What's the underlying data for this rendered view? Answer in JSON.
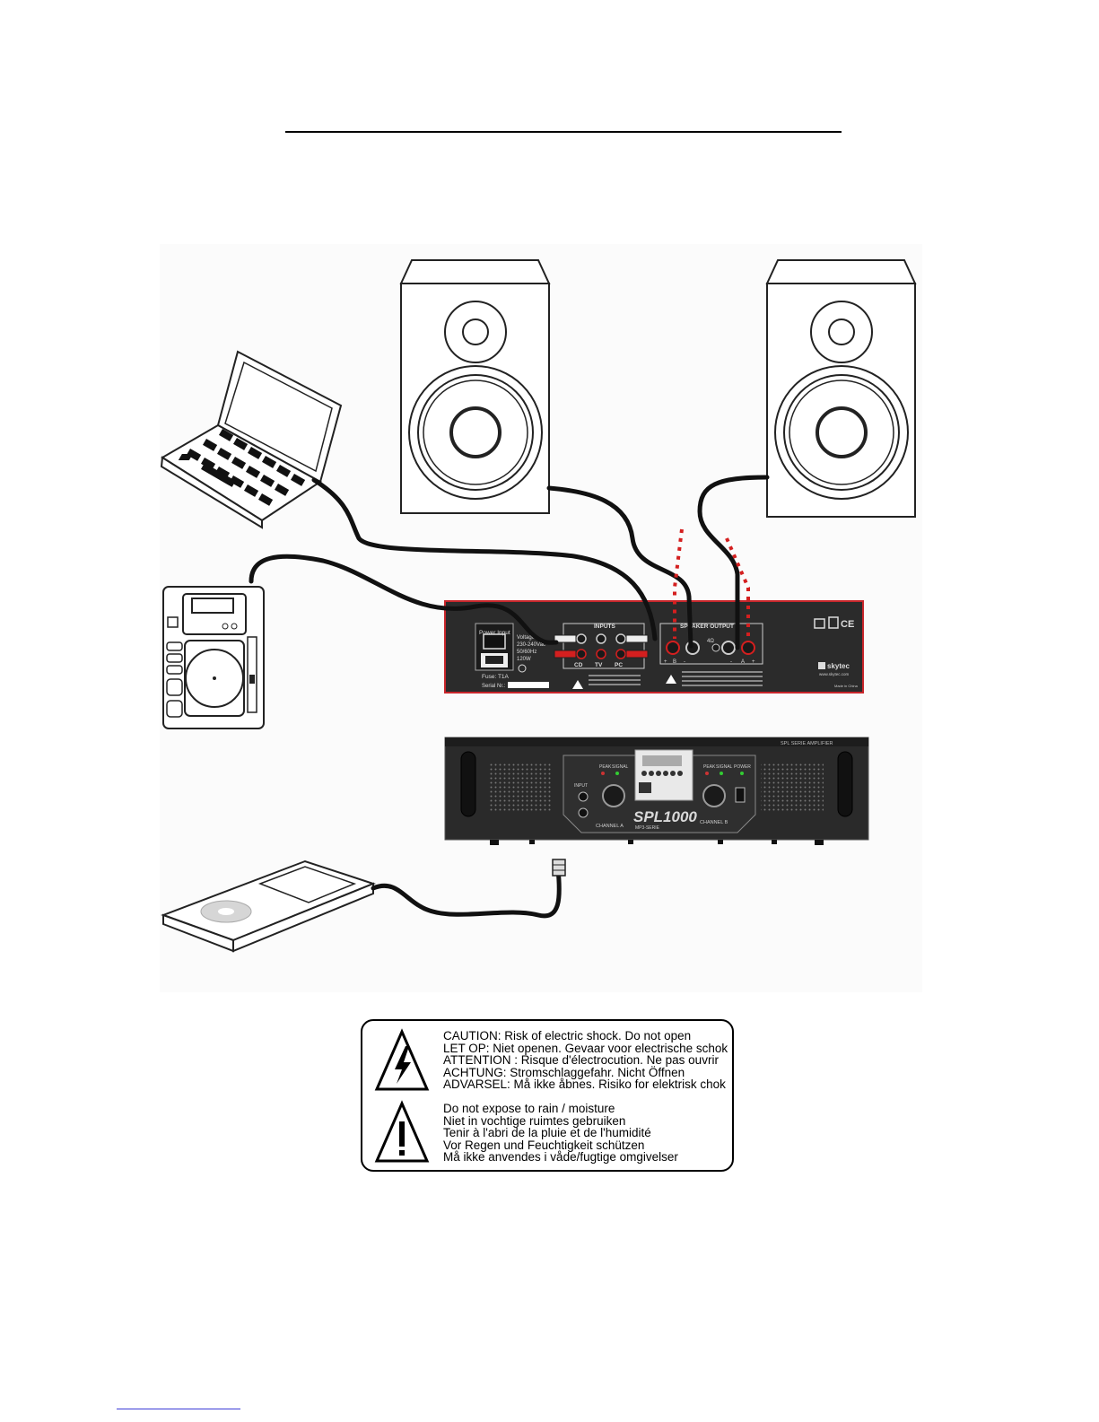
{
  "amp_rear": {
    "power_input_label": "Power Input",
    "voltage_lines": [
      "Voltage",
      "230-240Vac",
      "50/60Hz",
      "120W"
    ],
    "fuse_label": "Fuse: T1A",
    "serial_label": "Serial Nr.:",
    "inputs_label": "INPUTS",
    "input_names": [
      "CD",
      "TV",
      "PC"
    ],
    "speaker_output_label": "SPEAKER OUTPUT",
    "impedance_label": "4Ω",
    "terminal_labels": [
      "+",
      "B",
      "-",
      "-",
      "A",
      "+"
    ],
    "brand": "skytec",
    "brand_url": "www.skytec.com",
    "made_in": "Made in China"
  },
  "amp_front": {
    "series_label": "SPL SERIE AMPLIFIER",
    "model": "SPL1000",
    "model_sub": "MP3-SERIE",
    "channel_a": "CHANNEL A",
    "channel_b": "CHANNEL B",
    "input_label": "INPUT",
    "peak_label": "PEAK",
    "signal_label": "SIGNAL",
    "power_label": "POWER"
  },
  "warnings": {
    "shock": [
      "CAUTION: Risk of electric shock. Do not open",
      "LET OP: Niet openen. Gevaar voor electrische schok",
      "ATTENTION : Risque d'électrocution. Ne pas ouvrir",
      "ACHTUNG: Stromschlaggefahr. Nicht Öffnen",
      "ADVARSEL: Må ikke åbnes. Risiko for elektrisk chok"
    ],
    "moisture": [
      "Do not expose to rain / moisture",
      "Niet in vochtige ruimtes gebruiken",
      "Tenir à l'abri de la pluie et de l'humidité",
      "Vor Regen und Feuchtigkeit schützen",
      "Må ikke anvendes i våde/fugtige omgivelser"
    ]
  },
  "colors": {
    "panel_border": "#c8262b",
    "cable": "#111111",
    "panel_bg": "#2b2b2b",
    "speaker_wire": "#d41f1f"
  },
  "icons": {
    "shock": "lightning-warning-icon",
    "moisture": "exclamation-warning-icon"
  }
}
